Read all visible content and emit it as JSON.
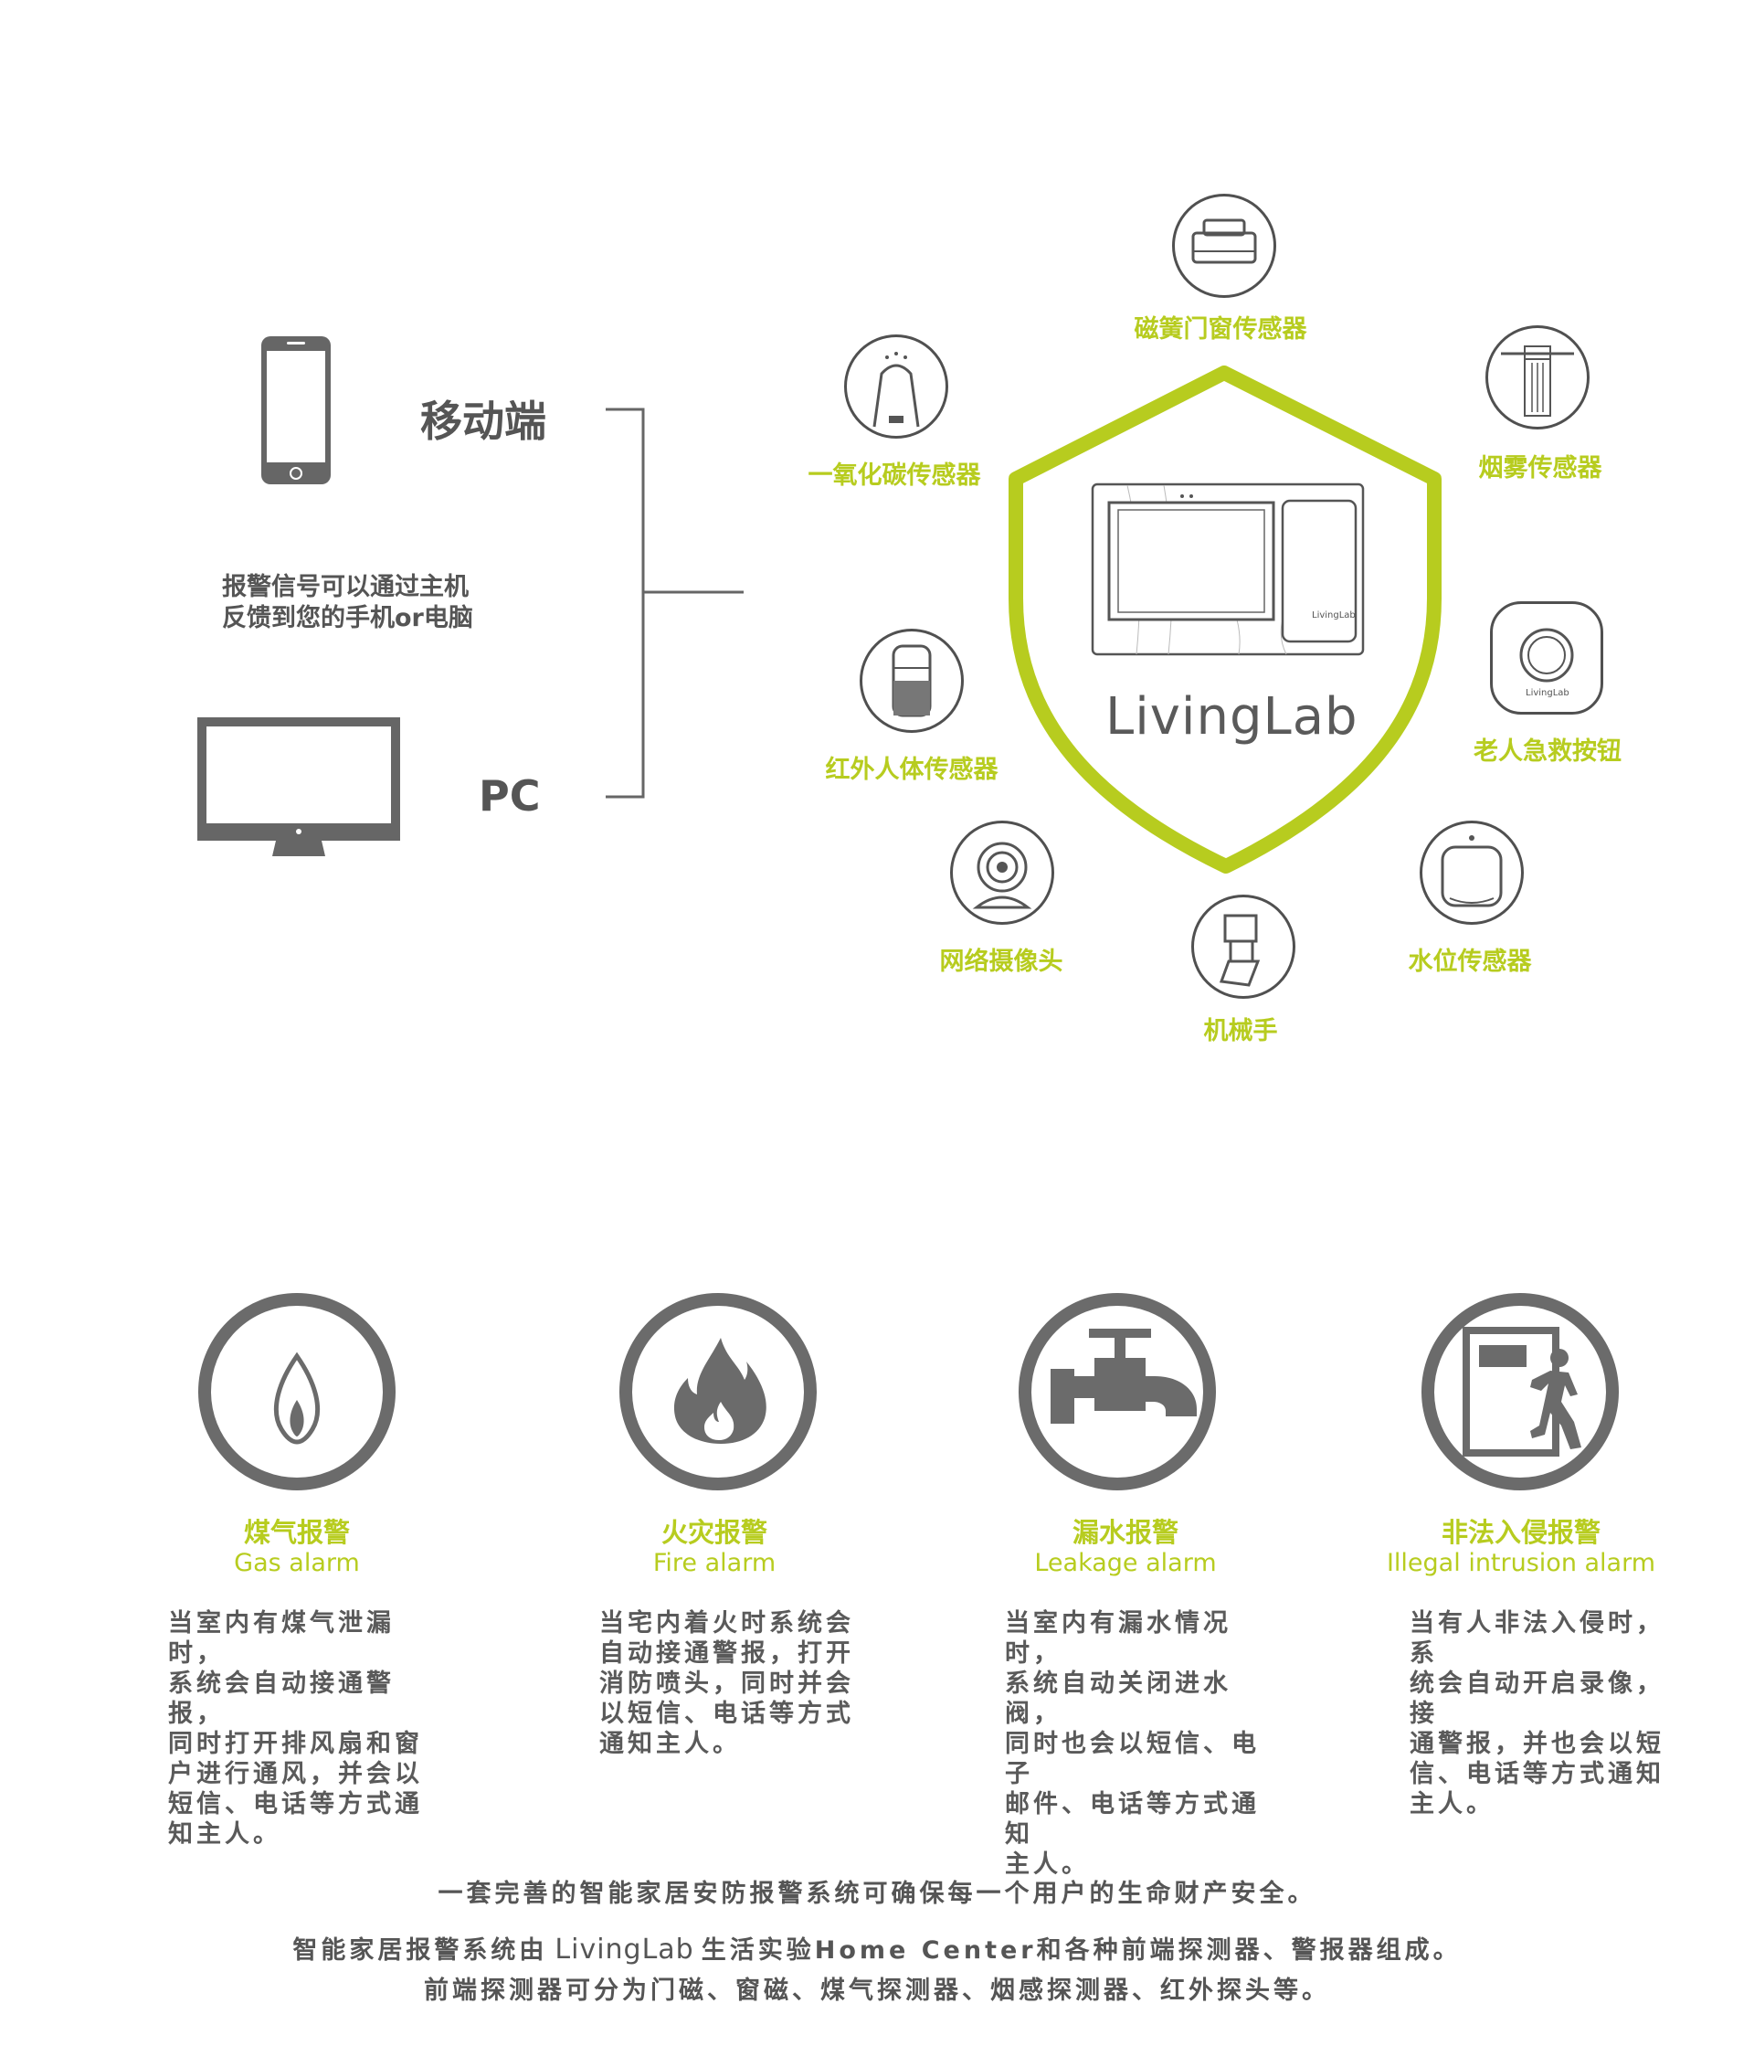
{
  "left": {
    "mobile_label": "移动端",
    "pc_label": "PC",
    "feedback_line1": "报警信号可以通过主机",
    "feedback_line2": "反馈到您的手机or电脑"
  },
  "hub": {
    "brand": "LivingLab",
    "device_brand": "LivingLab",
    "accent_color": "#b7cc1f"
  },
  "sensors": [
    {
      "label": "磁簧门窗传感器",
      "icon": "door-window-sensor-icon"
    },
    {
      "label": "一氧化碳传感器",
      "icon": "co-sensor-icon"
    },
    {
      "label": "烟雾传感器",
      "icon": "smoke-sensor-icon"
    },
    {
      "label": "红外人体传感器",
      "icon": "infrared-sensor-icon"
    },
    {
      "label": "老人急救按钮",
      "icon": "emergency-button-icon"
    },
    {
      "label": "网络摄像头",
      "icon": "webcam-icon"
    },
    {
      "label": "机械手",
      "icon": "robot-arm-icon"
    },
    {
      "label": "水位传感器",
      "icon": "water-level-sensor-icon"
    }
  ],
  "emergency_button_brand": "LivingLab",
  "alarms": [
    {
      "zh": "煤气报警",
      "en": "Gas alarm",
      "icon": "flame-icon",
      "desc": "当室内有煤气泄漏时，\n系统会自动接通警报，\n同时打开排风扇和窗\n户进行通风，并会以\n短信、电话等方式通\n知主人。"
    },
    {
      "zh": "火灾报警",
      "en": "Fire alarm",
      "icon": "fire-icon",
      "desc": "当宅内着火时系统会\n自动接通警报，打开\n消防喷头，同时并会\n以短信、电话等方式\n通知主人。"
    },
    {
      "zh": "漏水报警",
      "en": "Leakage alarm",
      "icon": "faucet-icon",
      "desc": "当室内有漏水情况时，\n系统自动关闭进水阀，\n同时也会以短信、电子\n邮件、电话等方式通知\n主人。"
    },
    {
      "zh": "非法入侵报警",
      "en": "Illegal intrusion alarm",
      "icon": "intruder-icon",
      "desc": "当有人非法入侵时，系\n统会自动开启录像，接\n通警报，并也会以短\n信、电话等方式通知\n主人。"
    }
  ],
  "footer": {
    "line1": "一套完善的智能家居安防报警系统可确保每一个用户的生命财产安全。",
    "line2_prefix": "智能家居报警系统由",
    "line2_brand": "LivingLab",
    "line2_suffix": "生活实验Home Center和各种前端探测器、警报器组成。",
    "line3": "前端探测器可分为门磁、窗磁、煤气探测器、烟感探测器、红外探头等。"
  }
}
